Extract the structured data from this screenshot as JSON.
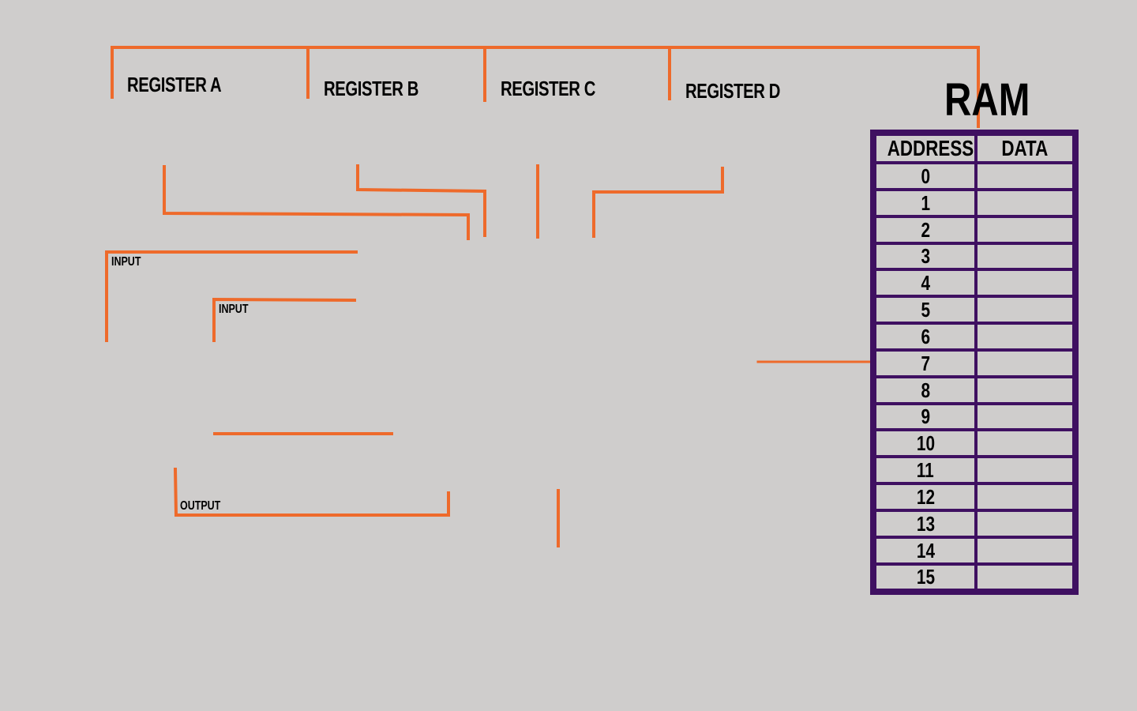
{
  "registers": [
    {
      "name": "REGISTER A"
    },
    {
      "name": "REGISTER B"
    },
    {
      "name": "REGISTER C"
    },
    {
      "name": "REGISTER D"
    }
  ],
  "io": {
    "input_1": "INPUT",
    "input_2": "INPUT",
    "output": "OUTPUT"
  },
  "ram": {
    "title": "RAM",
    "header_address": "ADDRESS",
    "header_data": "DATA",
    "addresses": [
      "0",
      "1",
      "2",
      "3",
      "4",
      "5",
      "6",
      "7",
      "8",
      "9",
      "10",
      "11",
      "12",
      "13",
      "14",
      "15"
    ]
  },
  "colors": {
    "background": "#cfcdcc",
    "wire": "#ee6a2b",
    "ram_border": "#3f1061",
    "text": "#000000"
  }
}
